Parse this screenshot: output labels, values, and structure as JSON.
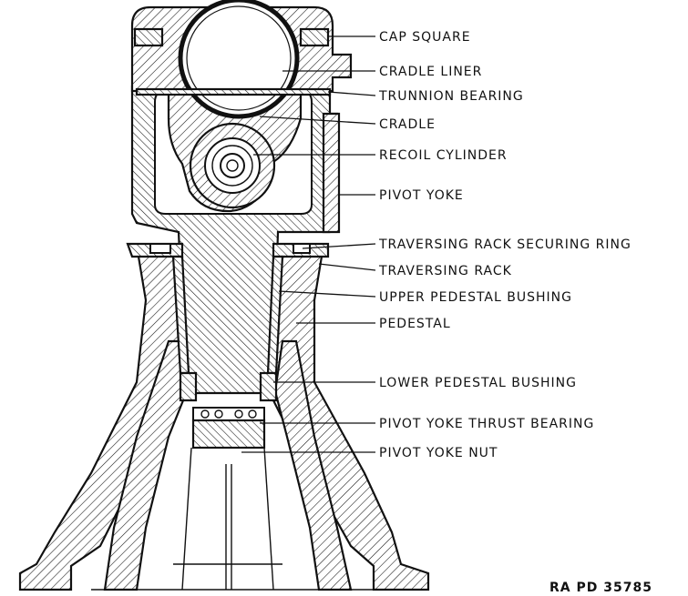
{
  "labels": [
    {
      "key": "cap_square",
      "text": "CAP  SQUARE"
    },
    {
      "key": "cradle_liner",
      "text": "CRADLE  LINER"
    },
    {
      "key": "trunnion_bearing",
      "text": "TRUNNION  BEARING"
    },
    {
      "key": "cradle",
      "text": "CRADLE"
    },
    {
      "key": "recoil_cylinder",
      "text": "RECOIL  CYLINDER"
    },
    {
      "key": "pivot_yoke",
      "text": "PIVOT  YOKE"
    },
    {
      "key": "traversing_rack_securing_ring",
      "text": "TRAVERSING  RACK  SECURING  RING"
    },
    {
      "key": "traversing_rack",
      "text": "TRAVERSING  RACK"
    },
    {
      "key": "upper_pedestal_bushing",
      "text": "UPPER  PEDESTAL  BUSHING"
    },
    {
      "key": "pedestal",
      "text": "PEDESTAL"
    },
    {
      "key": "lower_pedestal_bushing",
      "text": "LOWER  PEDESTAL  BUSHING"
    },
    {
      "key": "pivot_yoke_thrust_bearing",
      "text": "PIVOT  YOKE  THRUST  BEARING"
    },
    {
      "key": "pivot_yoke_nut",
      "text": "PIVOT  YOKE  NUT"
    }
  ],
  "reference": "RA  PD  35785"
}
